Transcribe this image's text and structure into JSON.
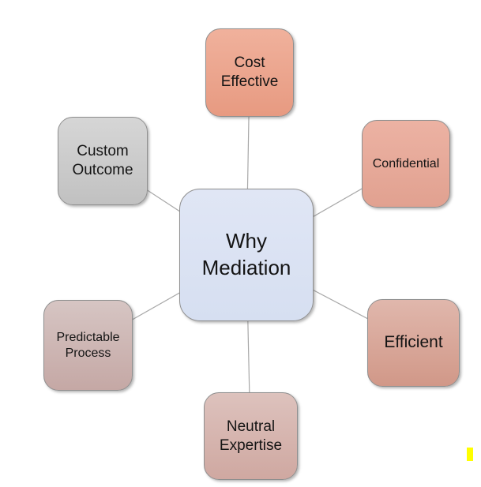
{
  "diagram": {
    "type": "radial",
    "center": {
      "label": "Why Mediation",
      "fill_top": "#e0e6f5",
      "fill_bottom": "#d6dff1"
    },
    "nodes": [
      {
        "id": "cost-effective",
        "label": "Cost Effective",
        "fill_top": "#f0b19c",
        "fill_bottom": "#e79a81"
      },
      {
        "id": "confidential",
        "label": "Confidential",
        "fill_top": "#ecb2a3",
        "fill_bottom": "#e1a190"
      },
      {
        "id": "efficient",
        "label": "Efficient",
        "fill_top": "#e0b7ac",
        "fill_bottom": "#d19888"
      },
      {
        "id": "neutral-expertise",
        "label": "Neutral Expertise",
        "fill_top": "#ddc2bd",
        "fill_bottom": "#cfa8a1"
      },
      {
        "id": "predictable-process",
        "label": "Predictable Process",
        "fill_top": "#d6c5c3",
        "fill_bottom": "#c5a8a5"
      },
      {
        "id": "custom-outcome",
        "label": "Custom Outcome",
        "fill_top": "#d6d6d6",
        "fill_bottom": "#c1c1c1"
      }
    ],
    "connector_color": "#a8a8a8",
    "border_color": "#8f8f8f",
    "text_color": "#141414"
  },
  "marker": {
    "color": "#ffff00"
  }
}
